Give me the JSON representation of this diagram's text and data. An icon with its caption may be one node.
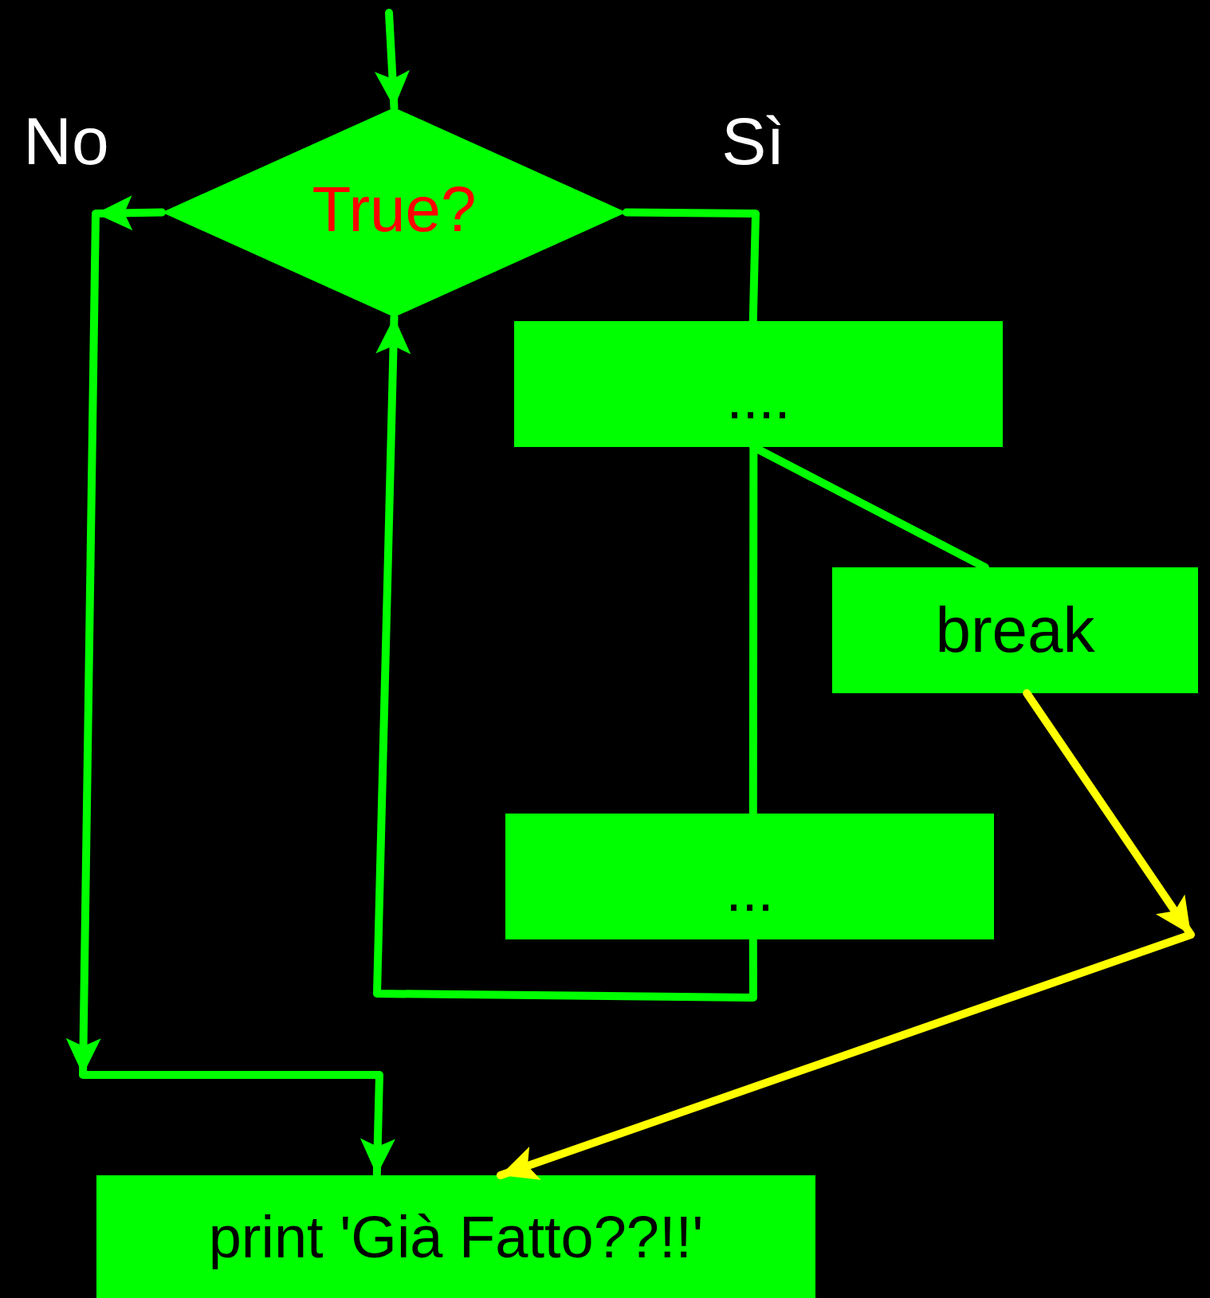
{
  "diagram": {
    "nodes": [
      {
        "text": [
          "True?"
        ]
      },
      {
        "text": [
          "...."
        ]
      },
      {
        "text": [
          "break"
        ]
      },
      {
        "text": [
          "..."
        ]
      },
      {
        "text": [
          "print 'Già Fatto??!!'"
        ]
      }
    ],
    "edges": [
      {
        "from": null,
        "to": 0,
        "arrow": "to"
      },
      {
        "from": 0,
        "to": 4,
        "arrow": "to",
        "label": "No"
      },
      {
        "from": 0,
        "to": 1,
        "arrow": "none",
        "label": "Sì"
      },
      {
        "from": 1,
        "to": 2,
        "arrow": "none"
      },
      {
        "from": 1,
        "to": 3,
        "arrow": "none"
      },
      {
        "from": 2,
        "to": 4,
        "arrow": "to",
        "color": "#ffff00"
      },
      {
        "from": 3,
        "to": 0,
        "arrow": "to"
      }
    ]
  }
}
